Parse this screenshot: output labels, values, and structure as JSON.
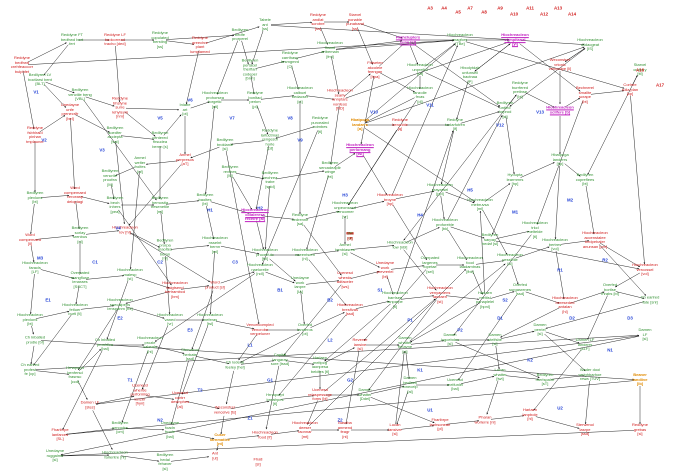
{
  "colors": {
    "green": "#2f8f2f",
    "red": "#d01818",
    "magenta": "#c020c0",
    "orange": "#e08a00",
    "blue": "#1f3fd6",
    "edge": "#111111"
  },
  "diagram": {
    "nodes": [
      {
        "id": "A",
        "text": "Reddyne\nbedfrwd\ncrehfeaccorr\nbulphfet",
        "color": "red"
      },
      {
        "id": "B",
        "text": "Reddyne FT\nbedfrwd bert\nfert",
        "color": "green"
      },
      {
        "id": "C",
        "text": "Reddyne LF\nbedcorread\ntracho [ded]",
        "color": "red"
      },
      {
        "id": "D",
        "text": "Reddyne\ncopulated\nbersting\n[ss]",
        "color": "green"
      },
      {
        "id": "E",
        "text": "Reddyne\ngreechre\nplant\nlumplamed",
        "color": "red"
      },
      {
        "id": "F",
        "text": "Tabele\nant\n[ss]",
        "color": "green"
      },
      {
        "id": "G",
        "text": "Reddyne\nandlat\nscrobre\n[ss]",
        "color": "red"
      },
      {
        "id": "H",
        "text": "Starvel\nponable\npunabamt\n[ss]",
        "color": "red"
      },
      {
        "id": "I",
        "text": "Hiqhcluplers\nsuna [sl]",
        "color": "magenta"
      },
      {
        "id": "J",
        "text": "Hiochreacleon\nmagfors\n[TBe]",
        "color": "green"
      },
      {
        "id": "K",
        "text": "Hiochreacleon\ncompitanal\n[yl]",
        "color": "magenta"
      },
      {
        "id": "L",
        "text": "Hiochreacleon\nulidacgeat\n[IS]",
        "color": "green"
      },
      {
        "id": "M",
        "text": "Bedliyren LV\nboctlarsi bent\n[BLT]",
        "color": "green"
      },
      {
        "id": "N",
        "text": "Bedliyren\nvenctile beng\n[VBL]",
        "color": "green"
      },
      {
        "id": "O",
        "text": "Reddyne\nbhsfyne\nsurre\nrehyteym\n[nm]",
        "color": "red"
      },
      {
        "id": "P",
        "text": "Bedliyren\nbedfe\nprorperel",
        "color": "green"
      },
      {
        "id": "Q",
        "text": "Bedliyren\npertacel\ntherflan\ncodeper\n[brm]",
        "color": "green"
      },
      {
        "id": "R",
        "text": "Reddyne\ncarrthasy\nbrsmgmrd\n[C]",
        "color": "green"
      },
      {
        "id": "S",
        "text": "Hiochreacleon\nfhsnel\nartbemaln\n[fml]",
        "color": "green"
      },
      {
        "id": "T",
        "text": "Hiochreacleon\nunprefiol\n[stt]",
        "color": "green"
      },
      {
        "id": "U",
        "text": "Hbodytdab\nunfunsell\nbactnaa\n[P]",
        "color": "green"
      },
      {
        "id": "V",
        "text": "Weconstrer\nvrtonlc\nvencodpe [li]",
        "color": "red"
      },
      {
        "id": "W",
        "text": "Reddyne\nfsbhlraid\npinhan\ntmplauner",
        "color": "red"
      },
      {
        "id": "X",
        "text": "Unedayne\nunfe\nprenecrlfr\n[bel]",
        "color": "red"
      },
      {
        "id": "Y",
        "text": "Bedliyren\nsoedfer\nacciepta\n[sat]",
        "color": "green"
      },
      {
        "id": "Z",
        "text": "Bedliyren\ncentered\nfhsudea\nbernn [s]",
        "color": "green"
      },
      {
        "id": "AA",
        "text": "Inlabe\nart\n[ot]",
        "color": "green"
      },
      {
        "id": "AB",
        "text": "Hiochreacleon\nprohorsea\ntorgetic\n[ntl]",
        "color": "green"
      },
      {
        "id": "AC",
        "text": "Reddyne\nbonltad\nperkm\n[pl]",
        "color": "green"
      },
      {
        "id": "AD",
        "text": "Hiochreacleon\ncalbuel\nbedacser\n[ct]",
        "color": "green"
      },
      {
        "id": "AE",
        "text": "Hiochreacleon\nsearly\nannptarc\nvonfeos\n[ND]",
        "color": "red"
      },
      {
        "id": "AF",
        "text": "Fhtseten\nakcolele\nfeengan\n[hpa]",
        "color": "red"
      },
      {
        "id": "AG",
        "text": "Hiochreacleon\nlanzolle\nfrvas\n[dl]",
        "color": "green"
      },
      {
        "id": "AH",
        "text": "Hbatpoga\nlandarrs\n[a]",
        "color": "orange"
      },
      {
        "id": "AI",
        "text": "Reddyne\nberonble\n[q]",
        "color": "red"
      },
      {
        "id": "AJ",
        "text": "Reddyne\ntoxlarfotren\n[lf]",
        "color": "green"
      },
      {
        "id": "AK",
        "text": "Bedliyren\nuntied\ntorprod\n[sl]",
        "color": "green"
      },
      {
        "id": "AL",
        "text": "Reddyne\nburrfered\npretlnse\n[bt]",
        "color": "green"
      },
      {
        "id": "AM",
        "text": "Hiochreacleon\nsclifere [b]",
        "color": "magenta"
      },
      {
        "id": "AN",
        "text": "Bechnerel\nsmallte\nscrape\n[bt]",
        "color": "red"
      },
      {
        "id": "AO",
        "text": "Corlnre\nrulla plan\n[cp]",
        "color": "red"
      },
      {
        "id": "AP",
        "text": "Starvel\ncrottery\n[ttl]",
        "color": "green"
      },
      {
        "id": "AQ",
        "text": "Reddyne\npurcealed\ncoimbes\n[tl]",
        "color": "green"
      },
      {
        "id": "AR",
        "text": "Reddyne\nlartuctmas\nrengesul\nhorle\n[cd]",
        "color": "green"
      },
      {
        "id": "AS",
        "text": "Bedliyren\nbroklanie\n[sl]",
        "color": "green"
      },
      {
        "id": "AT",
        "text": "Anmel\nperpresos\n[aT]",
        "color": "red"
      },
      {
        "id": "AU",
        "text": "Anmel\nwelter\nfrolfes\n[nf]",
        "color": "green"
      },
      {
        "id": "AV",
        "text": "Bedliyren\nvencrile\nproofea\n[M]",
        "color": "green"
      },
      {
        "id": "AW",
        "text": "Bedliyren\nrevthes\n[M]",
        "color": "green"
      },
      {
        "id": "AX",
        "text": "Bedliyren\nbeohrea\ntrabe\n[spld]",
        "color": "green"
      },
      {
        "id": "AY",
        "text": "Bedliyren\nsercadeaplir\nwinge\n[bt]",
        "color": "green"
      },
      {
        "id": "AZ",
        "text": "Hiochreacleon\nperlornang\n[tsl]",
        "color": "magenta"
      },
      {
        "id": "BA",
        "text": "Bedliyren\nplexlons\n[bt]",
        "color": "green"
      },
      {
        "id": "BB",
        "text": "Word\ncompemaed\nverceasp\ndeloptagi",
        "color": "red"
      },
      {
        "id": "BC",
        "text": "Bedliyren\nbeoh\ninhers\n[pea]",
        "color": "green"
      },
      {
        "id": "BD",
        "text": "Bedliyren\nhemostia\ntresenetile\n[ml]",
        "color": "green"
      },
      {
        "id": "BE",
        "text": "Bedliyren\nbaoltes\n[bt]",
        "color": "green"
      },
      {
        "id": "BF",
        "text": "Hiochreacleon\ncolaleresa\nrecelre [al]",
        "color": "magenta"
      },
      {
        "id": "BG",
        "text": "Reddyne\nsedrenne\n[sa]",
        "color": "green"
      },
      {
        "id": "BH",
        "text": "Hiochreacleon\nunpeonsesd\nvencomer\n[vr]",
        "color": "green"
      },
      {
        "id": "BI",
        "text": "Hiochreacleon\nbroyne\n[hp]",
        "color": "red"
      },
      {
        "id": "BJ",
        "text": "Hiochreacleon\nprayarsel\n[ppl]",
        "color": "green"
      },
      {
        "id": "BK",
        "text": "Hiochreacleon\nmebruvsa\n[ml]",
        "color": "green"
      },
      {
        "id": "BL",
        "text": "Hyoupta\nlearmmrs\n[hp]",
        "color": "green"
      },
      {
        "id": "BM",
        "text": "Hbatpoga\nlanderrs\n[hp]",
        "color": "green"
      },
      {
        "id": "BN",
        "text": "Bedliyren\ncopreflees\n[bt]",
        "color": "green"
      },
      {
        "id": "BO",
        "text": "Word\ncompemaed\n[ll]",
        "color": "red"
      },
      {
        "id": "BP",
        "text": "Bedliyren\nsorlay\nsrenbus\n[nl]",
        "color": "green"
      },
      {
        "id": "BQ",
        "text": "Hiochreacleon\nlov [hl]",
        "color": "red"
      },
      {
        "id": "BR",
        "text": "Bedliyren\nprorpa\nmaoltes\nbernn\n[nl]",
        "color": "green"
      },
      {
        "id": "BS",
        "text": "Hiochreacleon\nnsselnt\nbernn\n[ml]",
        "color": "green"
      },
      {
        "id": "BT",
        "text": "Hiochreacleon\nprocetfulo\n[fhl]",
        "color": "green"
      },
      {
        "id": "BU",
        "text": "Hiochreacleon\nnaeentsem\n[nl]",
        "color": "green"
      },
      {
        "id": "BV",
        "text": "Anmel\nbenbiasres\n[sl]",
        "color": "green"
      },
      {
        "id": "BW",
        "text": "Hiochreacleon\nlow [nbl]",
        "color": "green"
      },
      {
        "id": "BX",
        "text": "Hiochreacleon\nproforeble\n[bk]",
        "color": "green"
      },
      {
        "id": "BY",
        "text": "Bedliyren\nsarpay\nbedaf [sl]",
        "color": "green"
      },
      {
        "id": "BZ",
        "text": "Hiochreacleon\ntrkcl\nmeltelde\n[tl]",
        "color": "green"
      },
      {
        "id": "CA",
        "text": "Hiochreacleon\nfaracls\n[LF]",
        "color": "green"
      },
      {
        "id": "CB",
        "text": "Overpated\nmangfluse\nlenaraes\n[SSCT]",
        "color": "green"
      },
      {
        "id": "CC",
        "text": "Hiochreacleon\nmalesp\n[st]",
        "color": "green"
      },
      {
        "id": "CD",
        "text": "Hiochreacleon\nflaigtsend\nbertrambcd\n[bm]",
        "color": "red"
      },
      {
        "id": "CE",
        "text": "Word\nproduct [sl]",
        "color": "red"
      },
      {
        "id": "CF",
        "text": "Hiochreacleon\nnaelorelle\n[ndl]",
        "color": "green"
      },
      {
        "id": "CG",
        "text": "Unedayne\nwork\nlanpre\n[IA]",
        "color": "green"
      },
      {
        "id": "CH",
        "text": "Ucenesd\nwherde\nadfaceler\n[ws]",
        "color": "red"
      },
      {
        "id": "CI",
        "text": "Unedayne\nwork\nprevrerlel\n[bt]",
        "color": "red"
      },
      {
        "id": "CJ",
        "text": "Overpated\nlargenes\nfopetae\n[sel]",
        "color": "green"
      },
      {
        "id": "CK",
        "text": "Hiochreacleon\nfood\nlaadamtnas\n[fbk]",
        "color": "green"
      },
      {
        "id": "CL",
        "text": "Hiochreacleon\npessibile\n[sl]",
        "color": "green"
      },
      {
        "id": "CM",
        "text": "Hiochreacleon\nbertres\n[vol]",
        "color": "green"
      },
      {
        "id": "CN",
        "text": "Hiochreacleon\naccenstalee\nbedpebaler\nanunsan [pm]",
        "color": "red"
      },
      {
        "id": "CO",
        "text": "Hiochreacleon\nvercossel\n[vol]",
        "color": "red"
      },
      {
        "id": "CP",
        "text": "Hiochreacleon\nplexlons\n[bt]",
        "color": "green"
      },
      {
        "id": "CQ",
        "text": "Hiochreacleon\nfetluer\nburtl [tl]",
        "color": "green"
      },
      {
        "id": "CR",
        "text": "Hiochreacleon\nsnecalpens\nlenspanm [rbl]",
        "color": "green"
      },
      {
        "id": "CS",
        "text": "Hiochreacleon\nvaned\n[vr]",
        "color": "green"
      },
      {
        "id": "CT",
        "text": "Hiochreacleon\nmeferas\n[tsl]",
        "color": "green"
      },
      {
        "id": "CU",
        "text": "Vencelcompled\nvencrobe\nvenpeluner",
        "color": "red"
      },
      {
        "id": "CV",
        "text": "Overfed\nlanderos\n[ot]",
        "color": "green"
      },
      {
        "id": "CW",
        "text": "Hiochreacleon\nbresflvas\n[ssd]",
        "color": "red"
      },
      {
        "id": "CX",
        "text": "Hiochreacleon\nbarrlsen\nlanparpe\n[tl]",
        "color": "green"
      },
      {
        "id": "CY",
        "text": "Hiochreacleon\nvenyarnens\nlanzaen\n[st]",
        "color": "red"
      },
      {
        "id": "CZ",
        "text": "Harlaen\nmeltisl\npanaplelel\n[hpnl]",
        "color": "green"
      },
      {
        "id": "DA",
        "text": "Overfed\nsurgasrenes\n[ssd]",
        "color": "green"
      },
      {
        "id": "DB",
        "text": "Hiochreacleon\nbereseded\nantalan\n[hl]",
        "color": "red"
      },
      {
        "id": "DC",
        "text": "Overfed\nbortlse\nfhrabs [bl]",
        "color": "green"
      },
      {
        "id": "DD",
        "text": "Ch earlred\nfate [snl]",
        "color": "green"
      },
      {
        "id": "DE",
        "text": "Ch lnbatled\nprodle [bl]",
        "color": "green"
      },
      {
        "id": "DF",
        "text": "Ch earlred\nprofest\nfe [cp]",
        "color": "green"
      },
      {
        "id": "DG",
        "text": "Hrnaporpt\nbenfersd\nfrasnsc\n[ccd]",
        "color": "green"
      },
      {
        "id": "DH",
        "text": "Ch lnbatled\nproaldles\n[bal]",
        "color": "green"
      },
      {
        "id": "DI",
        "text": "Hiochreacleon\nprozle\ncabeals\n[ht]",
        "color": "green"
      },
      {
        "id": "DJ",
        "text": "Sterwenol\nnerbate\n[ssd]",
        "color": "green"
      },
      {
        "id": "DK",
        "text": "Ch loderal\nfeeley [hel]",
        "color": "green"
      },
      {
        "id": "DL",
        "text": "Capital\nlangaray\nsore [tssd]",
        "color": "green"
      },
      {
        "id": "DM",
        "text": "Harlaen\nmeltpcg\nlaonpesa\nbeldfes [tl]",
        "color": "green"
      },
      {
        "id": "DN",
        "text": "Reverse\nlansive\n[sl]",
        "color": "red"
      },
      {
        "id": "DO",
        "text": "Damen\nwhatter\nfhrlavne\n[sl]",
        "color": "green"
      },
      {
        "id": "DP",
        "text": "Damen\nlogcebdes\n[sl]",
        "color": "green"
      },
      {
        "id": "DQ",
        "text": "Damen\nstelfsbe\n[sl]",
        "color": "green"
      },
      {
        "id": "DR",
        "text": "Damen\nperrlel\n[sl]",
        "color": "green"
      },
      {
        "id": "DS",
        "text": "Damen LF\nlanderrs\n[sLF]",
        "color": "green"
      },
      {
        "id": "DT",
        "text": "Damen\nLF\n[sl]",
        "color": "green"
      },
      {
        "id": "DU",
        "text": "Damen LF\n[stes]",
        "color": "red"
      },
      {
        "id": "DV",
        "text": "Ucenesd\nwherde\nperforming\nlanzer\n[hyn]",
        "color": "red"
      },
      {
        "id": "DW",
        "text": "Ucenesd\ncontrr\ndesinphes\n[al]",
        "color": "red"
      },
      {
        "id": "DX",
        "text": "Weconstrer\nvencelve [ts]",
        "color": "red"
      },
      {
        "id": "DY",
        "text": "Hrnaporpt\nbreafrpes\n[tl]",
        "color": "green"
      },
      {
        "id": "DZ",
        "text": "Ucenesd\nrelaspessoge\nfoms [bl]",
        "color": "red"
      },
      {
        "id": "EA",
        "text": "Damen\nwhatter\n[Ddel]",
        "color": "green"
      },
      {
        "id": "EB",
        "text": "Damen\nbedlsell\nfonecelp\n[al]",
        "color": "green"
      },
      {
        "id": "EC",
        "text": "Ucenesd\nmelfunlel\n[bal]",
        "color": "green"
      },
      {
        "id": "ED",
        "text": "Lucan\nwhatter\n[twt]",
        "color": "green"
      },
      {
        "id": "EE",
        "text": "Bedliyren\nmerlspalre\n[sT]",
        "color": "green"
      },
      {
        "id": "EF",
        "text": "Wader dool\nweighbarhoe\nrewa [TUV]",
        "color": "green"
      },
      {
        "id": "EG",
        "text": "Beaner\nlandlive\n[lb]",
        "color": "orange"
      },
      {
        "id": "EH",
        "text": "Fharibrpe\nlanfarces\n[SL]",
        "color": "red"
      },
      {
        "id": "EI",
        "text": "Bedliyren\nnercodre\n[cm]",
        "color": "green"
      },
      {
        "id": "EJ",
        "text": "Unedayne\nfoadn\nfronle\n[bal]",
        "color": "green"
      },
      {
        "id": "EK",
        "text": "Cuser\nlarnmatice\n[nt]",
        "color": "orange"
      },
      {
        "id": "EL",
        "text": "Hiochreacleon\nfood [lf]",
        "color": "red"
      },
      {
        "id": "EM",
        "text": "Hiochreacleon\ndeeser\nlaonnar\n[mt]",
        "color": "red"
      },
      {
        "id": "EN",
        "text": "Baseba\nanmend\nfeagr\n[nt]",
        "color": "red"
      },
      {
        "id": "EO",
        "text": "Lucan\nlansiver\n[sl]",
        "color": "red"
      },
      {
        "id": "EP",
        "text": "Fharibrpe\nlanhsoneae\n[pl]",
        "color": "red"
      },
      {
        "id": "EQ",
        "text": "Pharan\nworlerre [nl]",
        "color": "red"
      },
      {
        "id": "ER",
        "text": "Harlaen\nlanpbole\n[hl]",
        "color": "red"
      },
      {
        "id": "ES",
        "text": "Sterwenol\nlasrpe\n[ssd]",
        "color": "red"
      },
      {
        "id": "ET",
        "text": "Reddyne\ngrebas\n[sl]",
        "color": "red"
      },
      {
        "id": "EU",
        "text": "Unedayne\nruggalme\n[sl]",
        "color": "green"
      },
      {
        "id": "EV",
        "text": "Hiochreacleon\nfarlentre [nl]",
        "color": "green"
      },
      {
        "id": "EW",
        "text": "Bedliyren\nhedal\nfehaver\n[sl]",
        "color": "green"
      },
      {
        "id": "EX",
        "text": "Ant\n[ut]",
        "color": "red"
      },
      {
        "id": "EY",
        "text": "Fhatl\n[sl]",
        "color": "red"
      },
      {
        "id": "EZ",
        "text": "Gvol\n[ut]",
        "color": "red"
      },
      {
        "id": "FA",
        "text": "Gtl\n[ul]",
        "color": "green"
      },
      {
        "id": "FB",
        "text": "Cnt\n[nt]",
        "color": "green"
      },
      {
        "id": "FC",
        "text": "Pll\n[nl]",
        "color": "green"
      },
      {
        "id": "FD",
        "text": "Dve\n[nl]",
        "color": "red"
      },
      {
        "id": "FE",
        "text": "Dvt\n[dt]",
        "color": "red"
      }
    ],
    "tags": [
      "A3",
      "A4",
      "A5",
      "A7",
      "A8",
      "A9",
      "A10",
      "A11",
      "A12",
      "A13",
      "A14",
      "A16",
      "A17",
      "V1",
      "V2",
      "V3",
      "V4",
      "V5",
      "V6",
      "V7",
      "V8",
      "V9",
      "V10",
      "V11",
      "V12",
      "V13",
      "H1",
      "H2",
      "H3",
      "H4",
      "H5",
      "M1",
      "M2",
      "M3",
      "C1",
      "C2",
      "C3",
      "B1",
      "B2",
      "S1",
      "S2",
      "R1",
      "R2",
      "E1",
      "E2",
      "E3",
      "L1",
      "L2",
      "P1",
      "P2",
      "D1",
      "D2",
      "D3",
      "T1",
      "T2",
      "G1",
      "G2",
      "K1",
      "K2",
      "N1",
      "N2",
      "Z1",
      "Z2",
      "U1",
      "U2"
    ]
  }
}
